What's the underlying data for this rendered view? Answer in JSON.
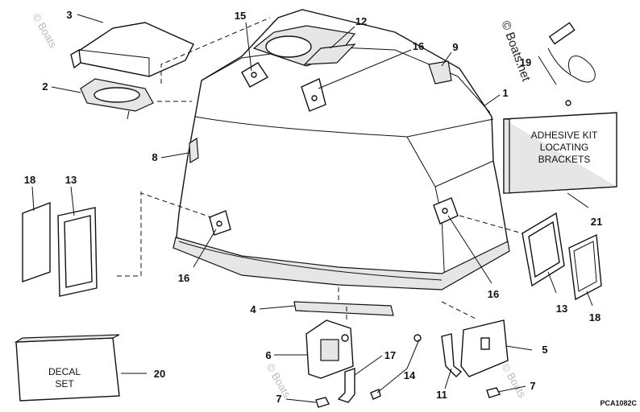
{
  "callouts": {
    "c1": "1",
    "c2": "2",
    "c3": "3",
    "c4": "4",
    "c5": "5",
    "c6": "6",
    "c7a": "7",
    "c7b": "7",
    "c8": "8",
    "c9": "9",
    "c11": "11",
    "c12": "12",
    "c13a": "13",
    "c13b": "13",
    "c14": "14",
    "c15": "15",
    "c16a": "16",
    "c16b": "16",
    "c16c": "16",
    "c17": "17",
    "c18a": "18",
    "c18b": "18",
    "c19": "19",
    "c20": "20",
    "c21": "21"
  },
  "adhesive_kit": [
    "ADHESIVE KIT",
    "LOCATING",
    "BRACKETS"
  ],
  "decal_set": [
    "DECAL",
    "SET"
  ],
  "drawing_code": "PCA1082C",
  "watermark": "© Boats.net",
  "watermark_short": "© Boats"
}
